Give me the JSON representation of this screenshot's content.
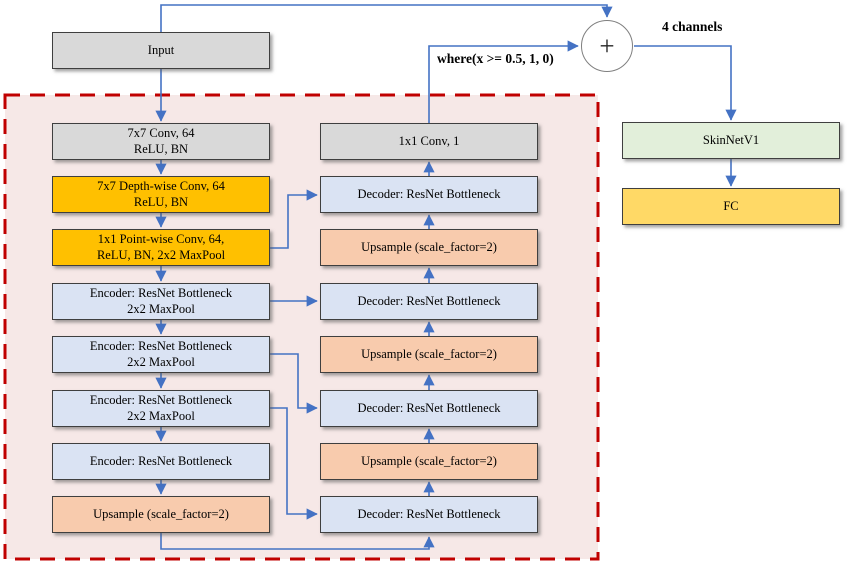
{
  "colors": {
    "gray": "#d9d9d9",
    "gold": "#ffc000",
    "blue_light": "#dae3f3",
    "peach": "#f8cbad",
    "green_light": "#e2efda",
    "yellow": "#ffd966",
    "line_blue": "#4472c4",
    "dash_red": "#c00000",
    "region_pink": "#f6e8e7"
  },
  "nodes": {
    "input": "Input",
    "encoder": [
      "7x7 Conv, 64\nReLU, BN",
      "7x7 Depth-wise Conv, 64\nReLU, BN",
      "1x1 Point-wise Conv, 64,\nReLU, BN, 2x2 MaxPool",
      "Encoder: ResNet Bottleneck\n2x2 MaxPool",
      "Encoder: ResNet Bottleneck\n2x2 MaxPool",
      "Encoder: ResNet Bottleneck\n2x2 MaxPool",
      "Encoder: ResNet Bottleneck",
      "Upsample (scale_factor=2)"
    ],
    "decoder": [
      "1x1 Conv, 1",
      "Decoder: ResNet Bottleneck",
      "Upsample (scale_factor=2)",
      "Decoder: ResNet Bottleneck",
      "Upsample (scale_factor=2)",
      "Decoder: ResNet Bottleneck",
      "Upsample (scale_factor=2)",
      "Decoder: ResNet Bottleneck"
    ],
    "head": [
      "SkinNetV1",
      "FC"
    ]
  },
  "annotations": {
    "plus": "+",
    "four_channels": "4 channels",
    "threshold": "where(x >= 0.5, 1, 0)"
  }
}
